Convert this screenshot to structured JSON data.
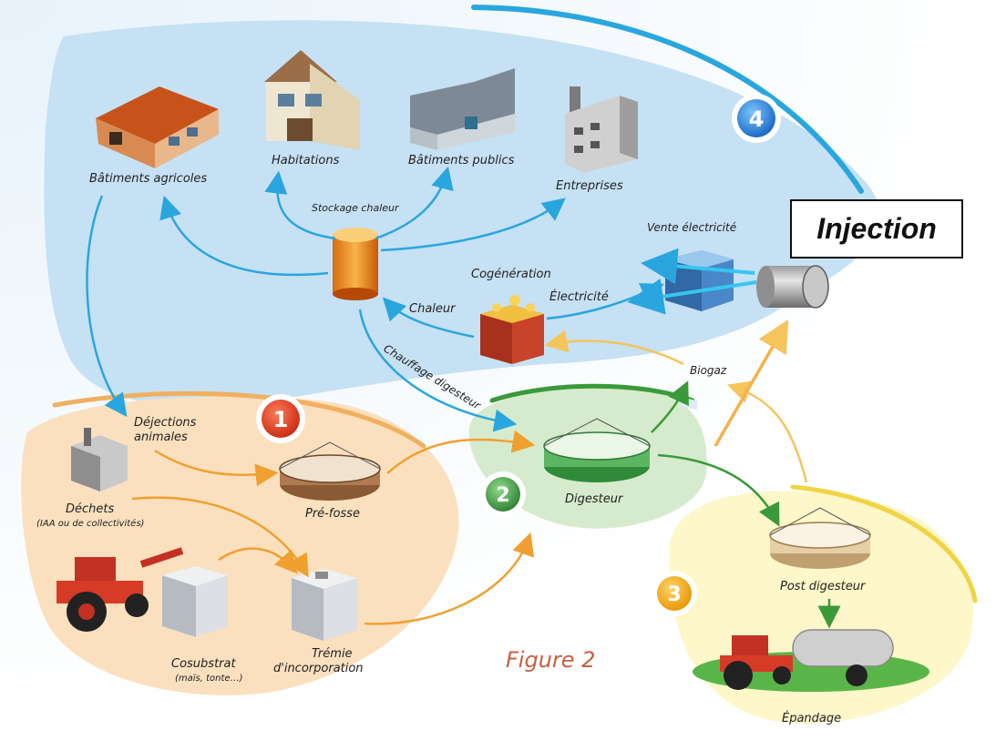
{
  "labels": {
    "batiments_agricoles": "Bâtiments agricoles",
    "habitations": "Habitations",
    "batiments_publics": "Bâtiments publics",
    "entreprises": "Entreprises",
    "stockage_chaleur": "Stockage chaleur",
    "vente_electricite": "Vente électricité",
    "cogeneration": "Cogénération",
    "chaleur": "Chaleur",
    "electricite": "Électricité",
    "chauffage_digesteur": "Chauffage digesteur",
    "biogaz": "Biogaz",
    "dejections_line1": "Déjections",
    "dejections_line2": "animales",
    "dechets": "Déchets",
    "dechets_sub": "(IAA ou de collectivités)",
    "pre_fosse": "Pré-fosse",
    "digesteur": "Digesteur",
    "post_digesteur": "Post digesteur",
    "cosubstrat": "Cosubstrat",
    "cosubstrat_sub": "(maïs, tonte…)",
    "tremie_line1": "Trémie",
    "tremie_line2": "d'incorporation",
    "epandage": "Épandage",
    "figure": "Figure 2",
    "injection": "Injection"
  },
  "zones": {
    "n1": "1",
    "n2": "2",
    "n3": "3",
    "n4": "4"
  },
  "colors": {
    "zone_blue": "#c6e1f4",
    "zone_orange": "#fbe0bf",
    "zone_green": "#d6ebcd",
    "zone_yellow": "#fdf7c9",
    "arrow_blue": "#2aa6de",
    "arrow_orange": "#f0a030",
    "arrow_green": "#3a9a3a",
    "arrow_yellow": "#f5c45a"
  }
}
